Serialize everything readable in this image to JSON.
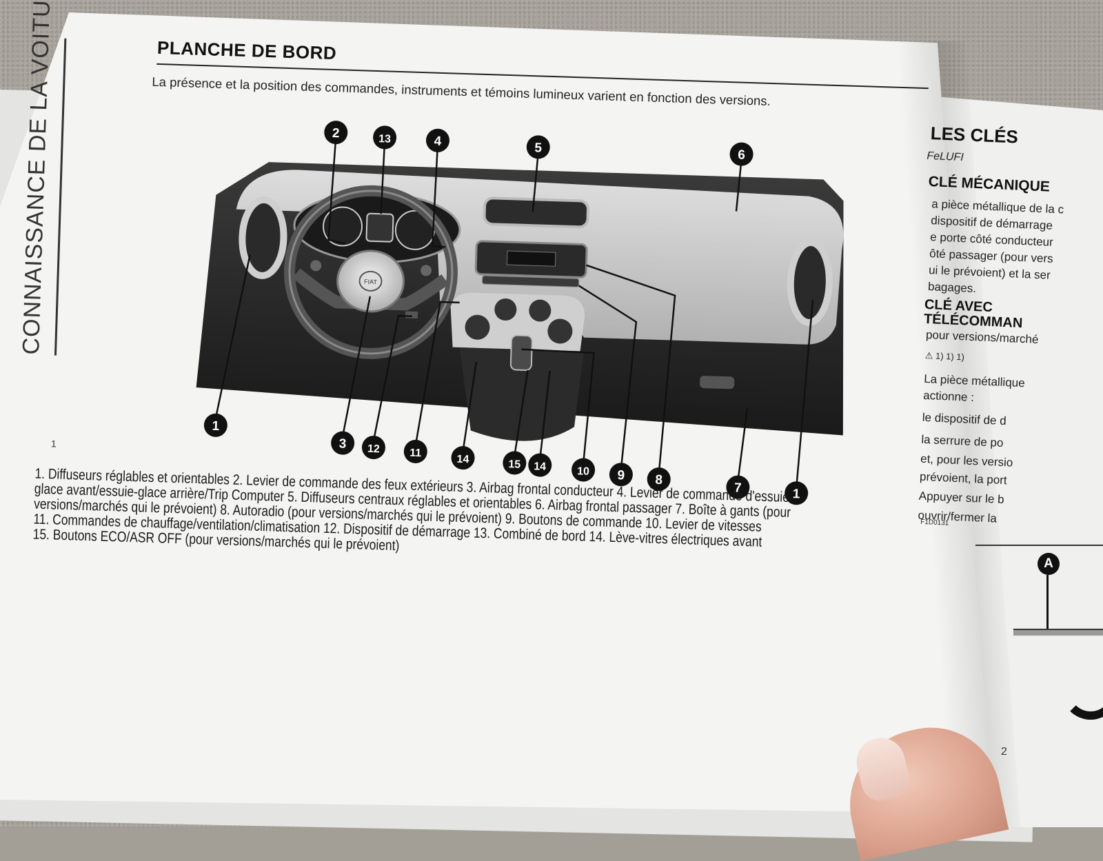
{
  "side_title": "CONNAISSANCE DE LA VOITURE",
  "title": "PLANCHE DE BORD",
  "subtitle": "La présence et la position des commandes, instruments et témoins lumineux varient en fonction des versions.",
  "page_number_left": "1",
  "callouts": [
    "2",
    "13",
    "4",
    "5",
    "6",
    "1",
    "3",
    "12",
    "11",
    "14",
    "15",
    "14",
    "10",
    "9",
    "8",
    "7",
    "1"
  ],
  "steering_logo": "FIAT",
  "legend_lines": [
    "1. Diffuseurs réglables et orientables 2. Levier de commande des feux extérieurs 3. Airbag frontal conducteur 4. Levier de commande d'essuie-",
    "glace avant/essuie-glace arrière/Trip Computer 5. Diffuseurs centraux réglables et orientables 6. Airbag frontal passager 7. Boîte à gants (pour",
    "versions/marchés qui le prévoient) 8. Autoradio (pour versions/marchés qui le prévoient) 9. Boutons de commande 10. Levier de vitesses",
    "11. Commandes de chauffage/ventilation/climatisation 12. Dispositif de démarrage 13. Combiné de bord 14. Lève-vitres électriques avant",
    "15. Boutons ECO/ASR OFF (pour versions/marchés qui le prévoient)"
  ],
  "right_page": {
    "title": "LES CLÉS",
    "logo": "FeLUFI",
    "h_mechanical": "CLÉ MÉCANIQUE",
    "lines_a": [
      "a pièce métallique de la c",
      "dispositif de démarrage",
      "e porte côté conducteur",
      "ôté passager (pour vers",
      "ui le prévoient) et la ser",
      "bagages."
    ],
    "h_remote_1": "CLÉ AVEC",
    "h_remote_2": "TÉLÉCOMMAN",
    "remote_sub": "pour versions/marché",
    "warn_row": "1)   1)   1)",
    "lines_b": [
      "La pièce métallique",
      "actionne :",
      "le dispositif de d",
      "la serrure de po",
      "et, pour les versio",
      "prévoient, la port",
      "Appuyer sur le b",
      "ouvrir/fermer la"
    ],
    "image_code": "F1D0131",
    "badge_a": "A",
    "page_number": "2"
  }
}
